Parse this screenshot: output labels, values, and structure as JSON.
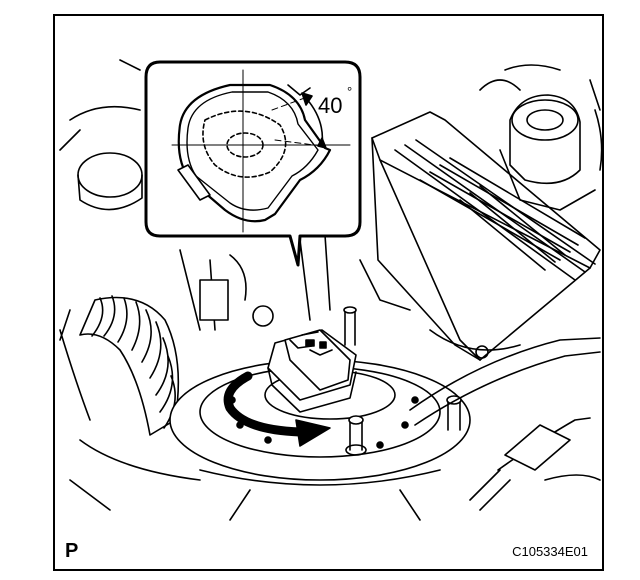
{
  "diagram": {
    "view_code": "P",
    "figure_id": "C105334E01",
    "rotation_angle": "40",
    "degree_symbol": "°",
    "colors": {
      "line": "#000000",
      "background": "#ffffff"
    }
  }
}
